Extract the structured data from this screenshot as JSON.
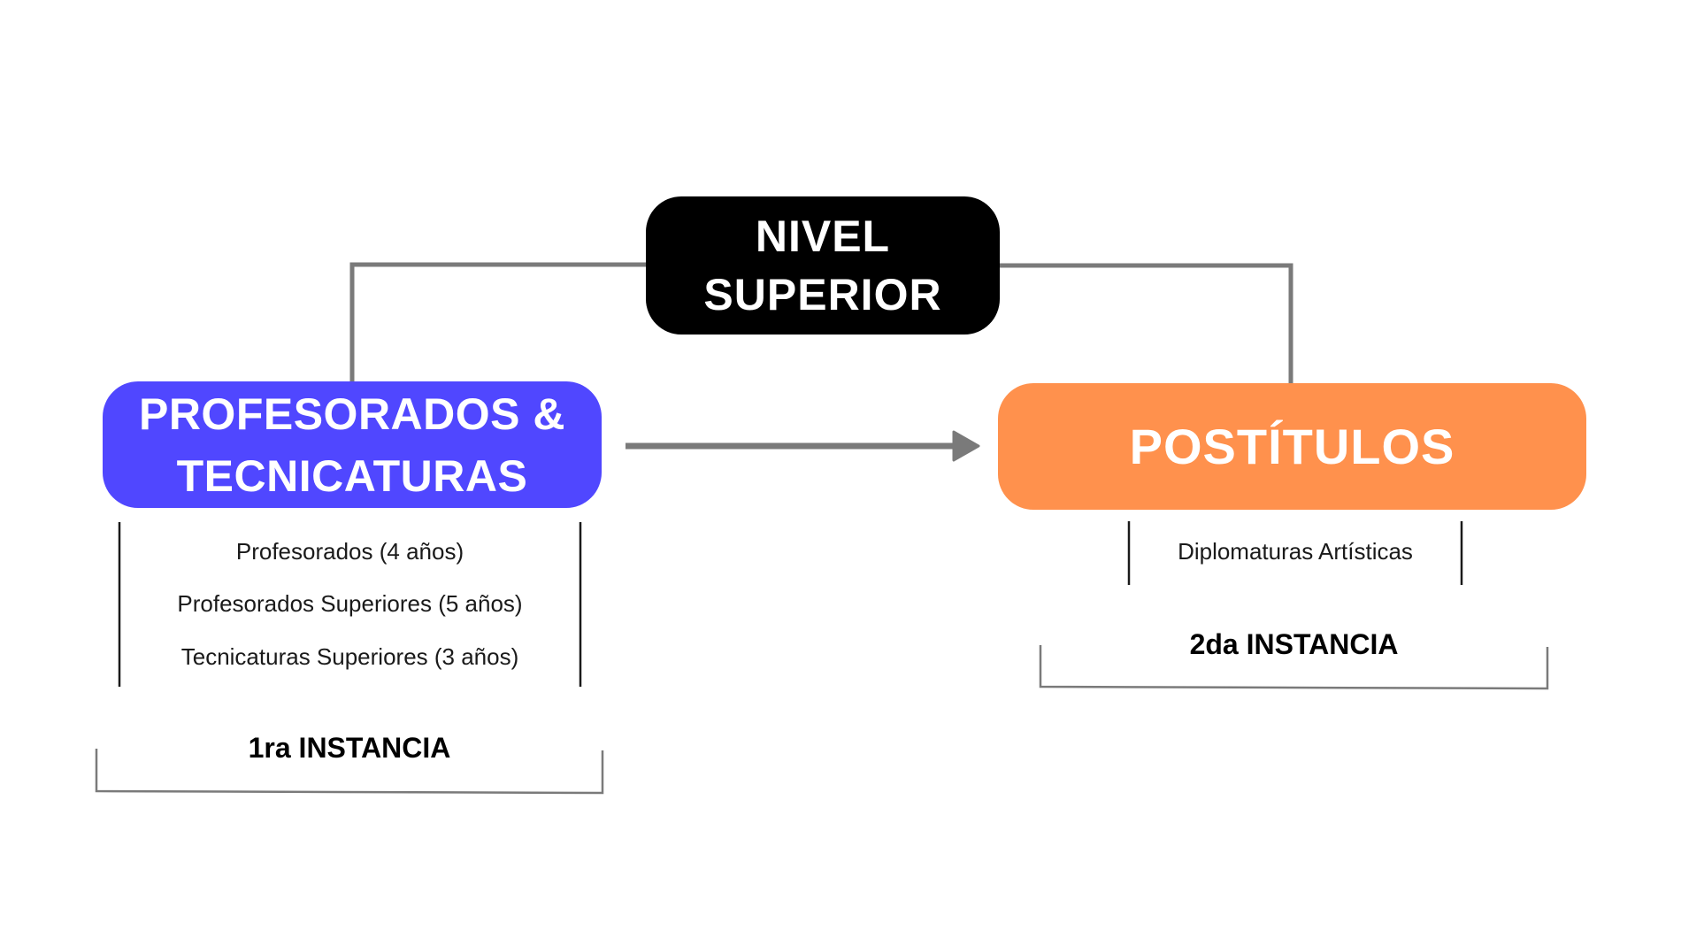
{
  "top_node": {
    "line1": "NIVEL",
    "line2": "SUPERIOR",
    "color": "#000000"
  },
  "left_node": {
    "line1": "PROFESORADOS &",
    "line2": "TECNICATURAS",
    "color": "#5047ff",
    "items": [
      "Profesorados (4 años)",
      "Profesorados Superiores (5 años)",
      "Tecnicaturas Superiores (3 años)"
    ],
    "instance": "1ra INSTANCIA"
  },
  "right_node": {
    "label": "POSTÍTULOS",
    "color": "#ff914d",
    "items": [
      "Diplomaturas Artísticas"
    ],
    "instance": "2da INSTANCIA"
  }
}
